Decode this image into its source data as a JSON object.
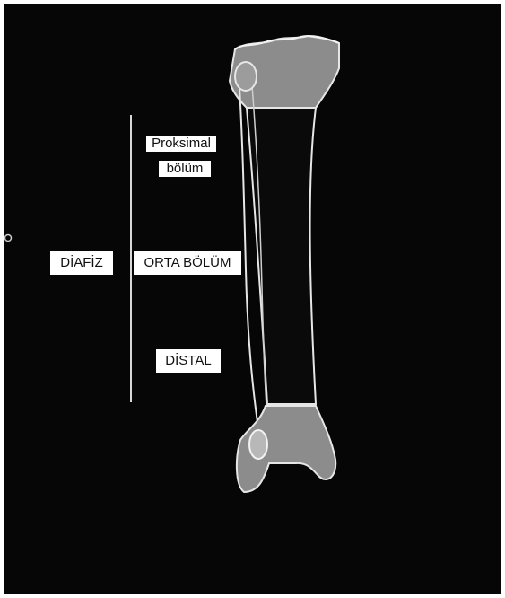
{
  "labels": {
    "diaphysis": "DİAFİZ",
    "proximal_line1": "Proksimal",
    "proximal_line2": "bölüm",
    "middle": "ORTA BÖLÜM",
    "distal": "DİSTAL"
  },
  "colors": {
    "background": "#060606",
    "bone_outline": "#e6e6e6",
    "epiphysis_fill": "#8c8c8c",
    "label_bg": "#ffffff",
    "label_text": "#111111"
  }
}
